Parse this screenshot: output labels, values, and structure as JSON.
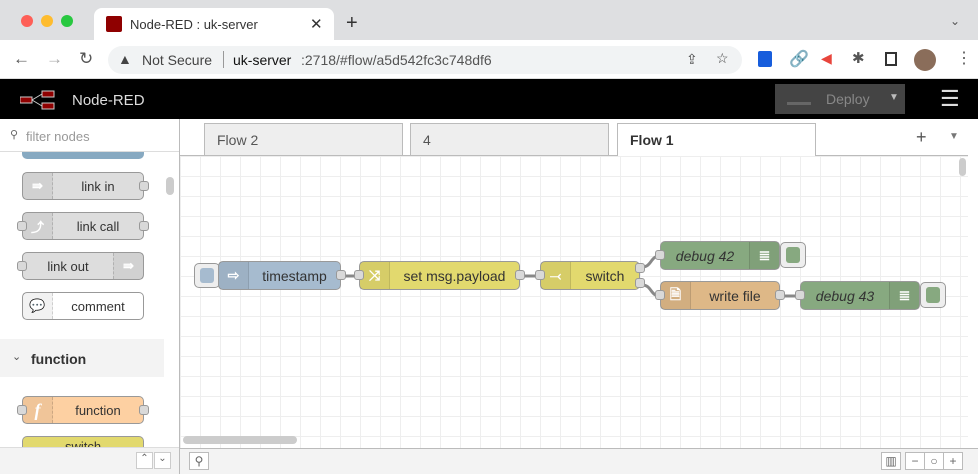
{
  "browser": {
    "tab_title": "Node-RED : uk-server",
    "new_tab": "+",
    "security": "Not Secure",
    "url_host": "uk-server",
    "url_rest": ":2718/#flow/a5d542fc3c748df6"
  },
  "header": {
    "app_name": "Node-RED",
    "deploy_label": "Deploy",
    "menu_icon": "hamburger-icon"
  },
  "palette": {
    "filter_placeholder": "filter nodes",
    "nodes": [
      {
        "label": "link in",
        "color": "#dddddd"
      },
      {
        "label": "link call",
        "color": "#dddddd"
      },
      {
        "label": "link out",
        "color": "#dddddd"
      },
      {
        "label": "comment",
        "color": "#ffffff"
      }
    ],
    "category": "function",
    "function_nodes": [
      {
        "label": "function",
        "color": "#fdd0a2"
      },
      {
        "label": "switch",
        "color": "#e2d96e"
      }
    ]
  },
  "tabs": [
    {
      "label": "Flow 2"
    },
    {
      "label": "4"
    },
    {
      "label": "Flow 1",
      "active": true
    }
  ],
  "tab_add": "+",
  "flow": {
    "nodes": [
      {
        "label": "timestamp",
        "type": "inject",
        "color": "#a6bbcf"
      },
      {
        "label": "set msg.payload",
        "type": "change",
        "color": "#e2d96e"
      },
      {
        "label": "switch",
        "type": "switch",
        "color": "#e2d96e"
      },
      {
        "label": "debug 42",
        "type": "debug",
        "color": "#87a980"
      },
      {
        "label": "write file",
        "type": "file",
        "color": "#deb887"
      },
      {
        "label": "debug 43",
        "type": "debug",
        "color": "#87a980"
      }
    ]
  },
  "footer": {
    "zoom_out": "−",
    "zoom_reset": "○",
    "zoom_in": "+"
  }
}
